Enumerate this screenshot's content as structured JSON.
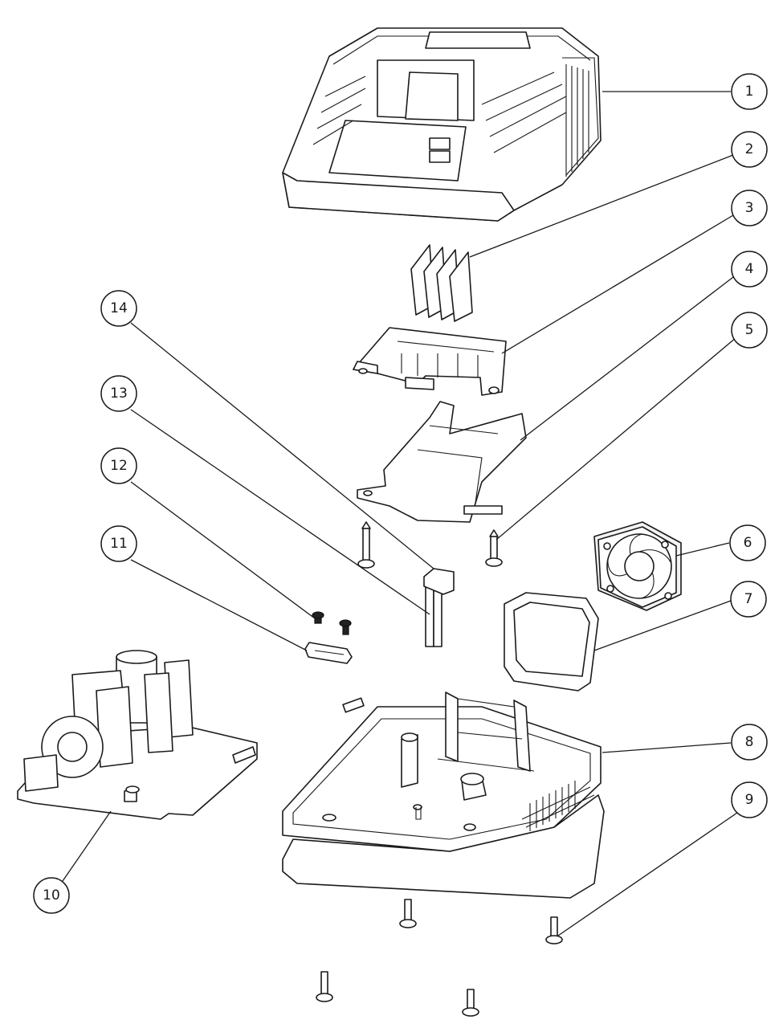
{
  "balloons": [
    {
      "id": "1",
      "label": "1"
    },
    {
      "id": "2",
      "label": "2"
    },
    {
      "id": "3",
      "label": "3"
    },
    {
      "id": "4",
      "label": "4"
    },
    {
      "id": "5",
      "label": "5"
    },
    {
      "id": "6",
      "label": "6"
    },
    {
      "id": "7",
      "label": "7"
    },
    {
      "id": "8",
      "label": "8"
    },
    {
      "id": "9",
      "label": "9"
    },
    {
      "id": "10",
      "label": "10"
    },
    {
      "id": "11",
      "label": "11"
    },
    {
      "id": "12",
      "label": "12"
    },
    {
      "id": "13",
      "label": "13"
    },
    {
      "id": "14",
      "label": "14"
    }
  ],
  "colors": {
    "line": "#1a1a1a",
    "background": "#ffffff",
    "shade": "#f2f2f2"
  }
}
